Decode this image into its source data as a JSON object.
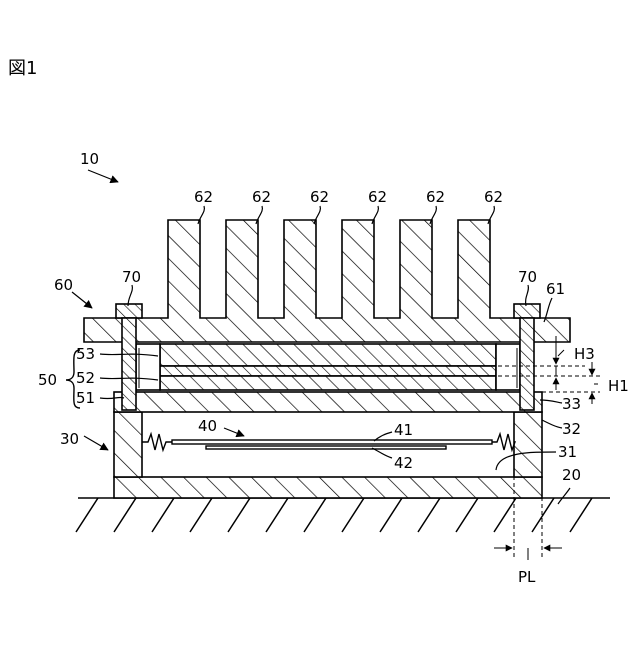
{
  "figure": {
    "title": "図1",
    "labels": {
      "device": "10",
      "substrate": "20",
      "housing": "30",
      "housing_floor": "31",
      "housing_wall": "32",
      "housing_top": "33",
      "chip_assembly": "40",
      "chip_upper": "41",
      "chip_lower": "42",
      "stack": "50",
      "layer_bottom": "51",
      "layer_middle": "52",
      "layer_top": "53",
      "heat_sink": "60",
      "heat_sink_base": "61",
      "fin": "62",
      "screw": "70",
      "dim_h1": "H1",
      "dim_h3": "H3",
      "dim_pl": "PL"
    }
  }
}
